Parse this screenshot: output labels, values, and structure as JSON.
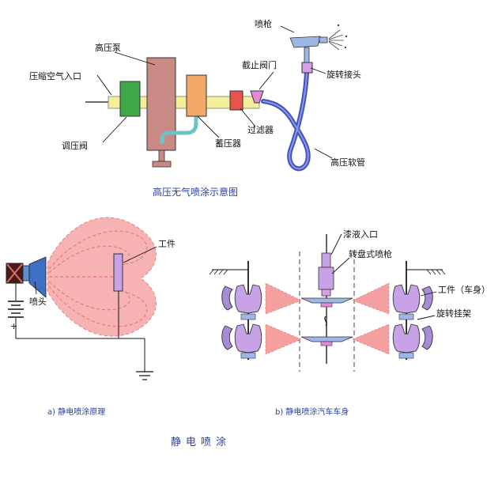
{
  "top": {
    "labels": {
      "compressed_air_inlet": "压缩空气入口",
      "high_pressure_pump": "高压泵",
      "pressure_regulator": "调压阀",
      "accumulator": "蓄压器",
      "filter": "过滤器",
      "shutoff_valve": "截止阀门",
      "spray_gun": "喷枪",
      "swivel_joint": "旋转接头",
      "high_pressure_hose": "高压软管"
    },
    "caption": "高压无气喷涂示意图"
  },
  "bottom_left": {
    "labels": {
      "workpiece": "工件",
      "nozzle": "喷头",
      "plus_sign": "+"
    },
    "caption": "a) 静电喷涂原理"
  },
  "bottom_right": {
    "labels": {
      "paint_inlet": "漆液入口",
      "rotary_cup_gun": "转盘式喷枪",
      "workpiece_body": "工件（车身）",
      "rotating_hanger": "旋转挂架"
    },
    "caption": "b) 静电喷涂汽车车身"
  },
  "main_caption": "静电喷涂",
  "colors": {
    "pump": "#c98a86",
    "regulator": "#3fa64a",
    "accumulator": "#f2a868",
    "filter": "#e8534e",
    "pipe": "#f4ef9a",
    "hose": "#5563c9",
    "hose_light": "#7d8ae6",
    "spray_zone": "#f4a0a0",
    "gun_purple": "#c8a2e6",
    "hanger_purple": "#a98ad4",
    "caption": "#2a3fa0",
    "line": "#111111"
  }
}
